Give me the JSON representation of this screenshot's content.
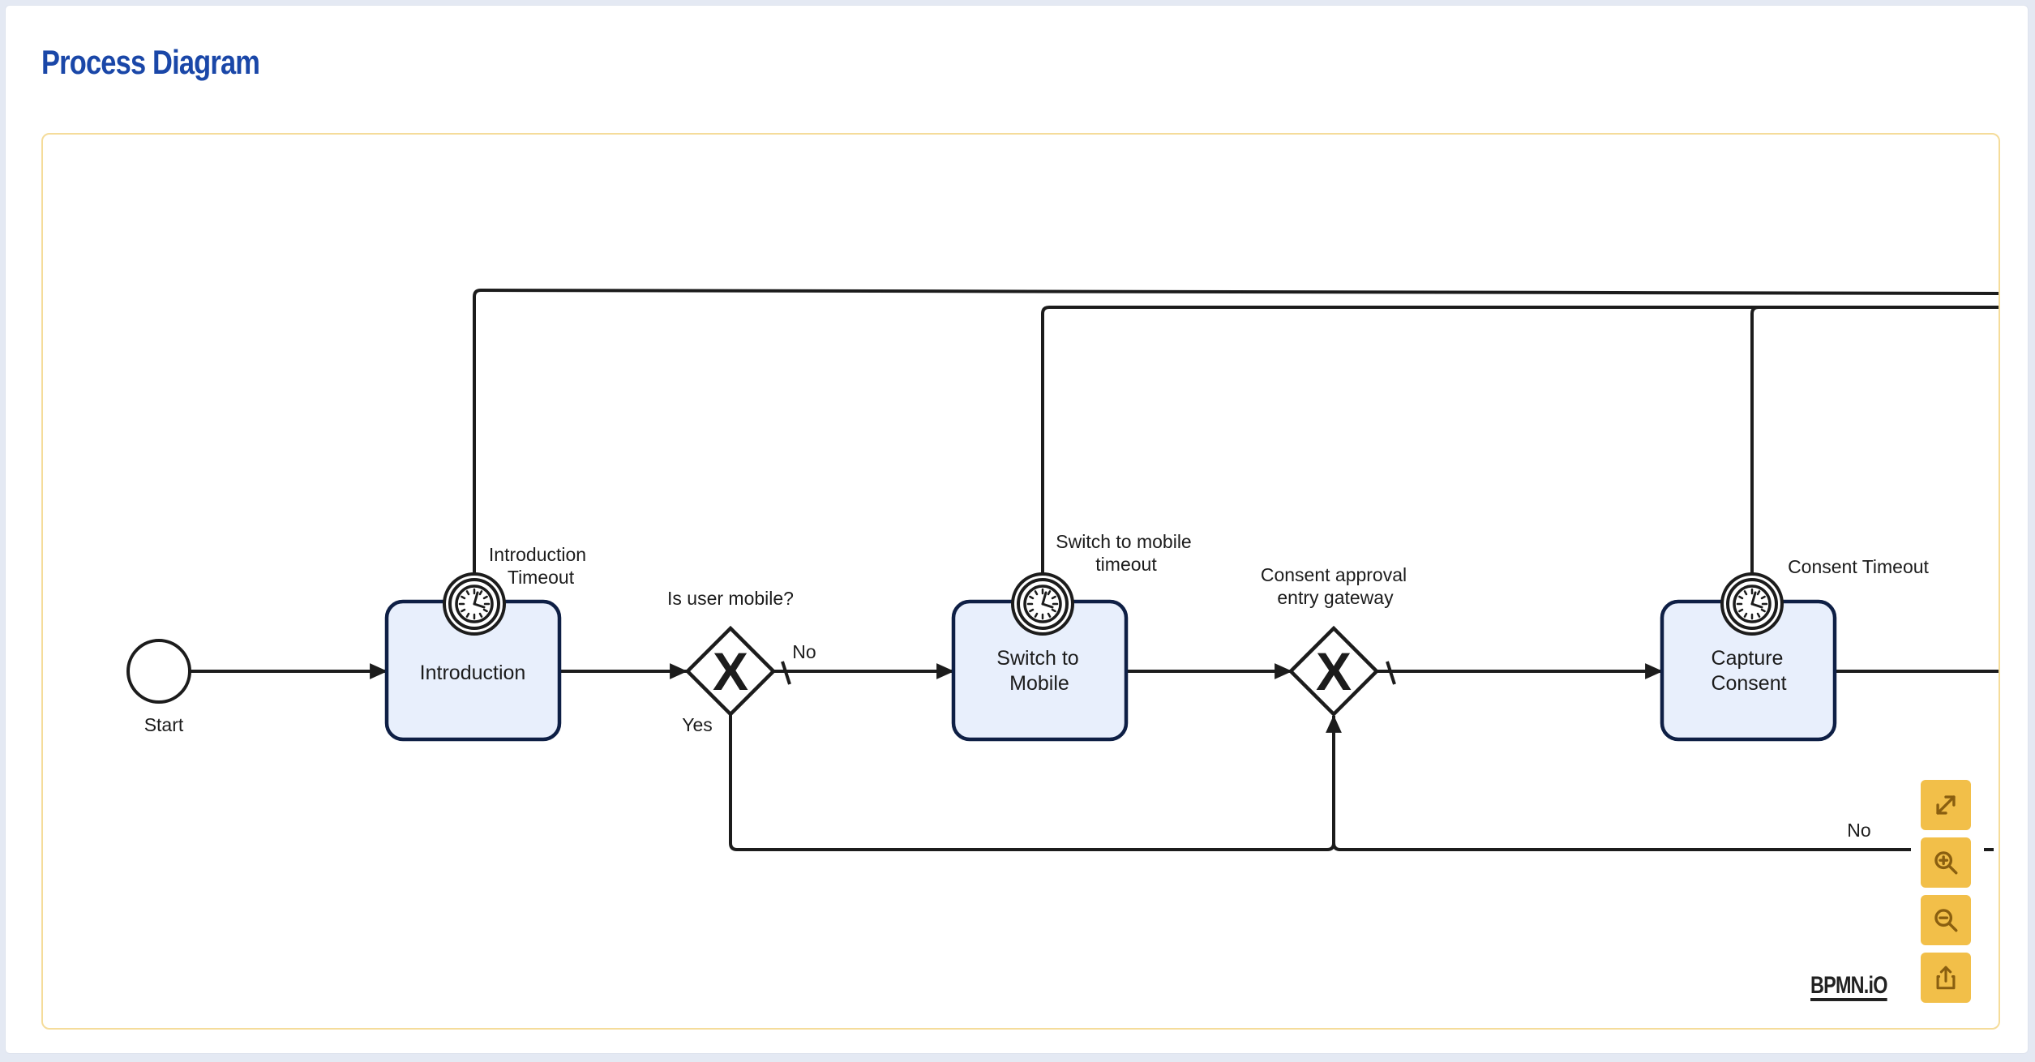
{
  "page": {
    "title": "Process Diagram"
  },
  "diagram": {
    "start_event": {
      "label": "Start"
    },
    "tasks": [
      {
        "id": "introduction",
        "label_lines": [
          "Introduction"
        ]
      },
      {
        "id": "switch-to-mobile",
        "label_lines": [
          "Switch to",
          "Mobile"
        ]
      },
      {
        "id": "capture-consent",
        "label_lines": [
          "Capture",
          "Consent"
        ]
      }
    ],
    "timers": [
      {
        "id": "introduction-timeout",
        "label_lines": [
          "Introduction",
          "Timeout"
        ]
      },
      {
        "id": "switch-to-mobile-timeout",
        "label_lines": [
          "Switch to mobile",
          "timeout"
        ]
      },
      {
        "id": "consent-timeout",
        "label_lines": [
          "Consent Timeout"
        ]
      }
    ],
    "gateways": [
      {
        "id": "is-user-mobile",
        "label_lines": [
          "Is user mobile?"
        ],
        "symbol": "X"
      },
      {
        "id": "consent-approval-entry",
        "label_lines": [
          "Consent approval",
          "entry gateway"
        ],
        "symbol": "X"
      }
    ],
    "flow_labels": {
      "gateway1_no": "No",
      "gateway1_yes": "Yes",
      "bottom_no": "No"
    }
  },
  "controls": [
    {
      "id": "fit",
      "icon": "expand-icon"
    },
    {
      "id": "zoom-in",
      "icon": "zoom-in-icon"
    },
    {
      "id": "zoom-out",
      "icon": "zoom-out-icon"
    },
    {
      "id": "export",
      "icon": "export-icon"
    }
  ],
  "watermark": "BPMN.iO",
  "colors": {
    "title": "#1a47a8",
    "task_fill": "#e8effc",
    "task_stroke": "#0e1f45",
    "control_bg": "#f2bf49",
    "control_icon": "#8a5f10",
    "canvas_border": "#f5dc9a"
  }
}
